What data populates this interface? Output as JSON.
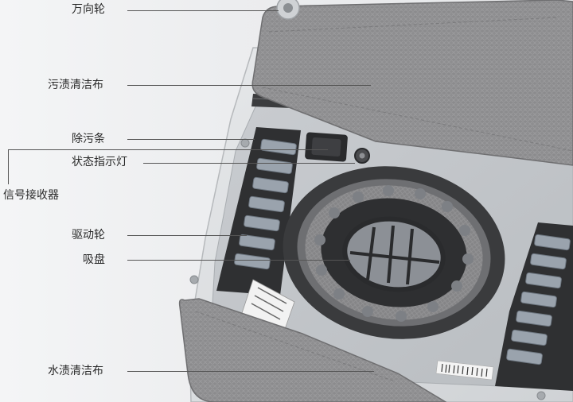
{
  "callouts": {
    "caster_wheel": "万向轮",
    "stain_pad": "污渍清洁布",
    "scraper_strip": "除污条",
    "status_light": "状态指示灯",
    "signal_receiver": "信号接收器",
    "drive_wheel": "驱动轮",
    "suction_cup": "吸盘",
    "water_pad": "水渍清洁布"
  },
  "colors": {
    "background": "#eeeff1",
    "body_shell": "#d9dcdf",
    "fabric": "#8d8d8f",
    "rubber": "#2e2f31",
    "track": "#3a3b3d",
    "leader_line": "#555555",
    "label_text": "#2a2a2a"
  }
}
